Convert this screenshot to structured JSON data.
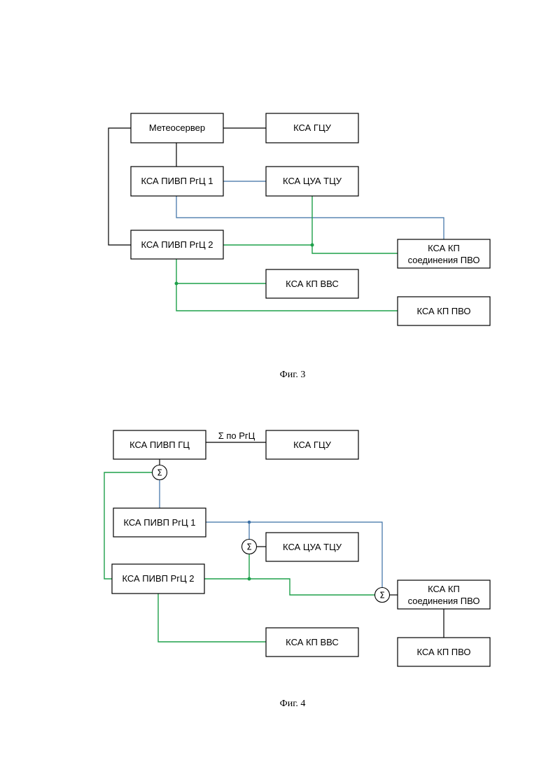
{
  "fig3": {
    "caption": "Фиг. 3",
    "nodes": {
      "meteoserver": "Метеосервер",
      "ksa_gcu": "КСА ГЦУ",
      "ksa_pivp_rgc1": "КСА ПИВП РгЦ 1",
      "ksa_cua_tcu": "КСА ЦУА ТЦУ",
      "ksa_pivp_rgc2": "КСА ПИВП РгЦ 2",
      "ksa_kp_pvo_link_line1": "КСА КП",
      "ksa_kp_pvo_link_line2": "соединения ПВО",
      "ksa_kp_vvs": "КСА КП ВВС",
      "ksa_kp_pvo": "КСА КП ПВО"
    }
  },
  "fig4": {
    "caption": "Фиг. 4",
    "edge_label": "Σ по РгЦ",
    "sum_symbol": "Σ",
    "nodes": {
      "ksa_pivp_gc": "КСА ПИВП ГЦ",
      "ksa_gcu": "КСА ГЦУ",
      "ksa_pivp_rgc1": "КСА ПИВП РгЦ 1",
      "ksa_cua_tcu": "КСА ЦУА ТЦУ",
      "ksa_pivp_rgc2": "КСА ПИВП РгЦ 2",
      "ksa_kp_pvo_link_line1": "КСА КП",
      "ksa_kp_pvo_link_line2": "соединения ПВО",
      "ksa_kp_vvs": "КСА КП ВВС",
      "ksa_kp_pvo": "КСА КП ПВО"
    }
  },
  "colors": {
    "black_link": "#000000",
    "blue_link": "#3a6fa5",
    "green_link": "#1ea04a"
  }
}
